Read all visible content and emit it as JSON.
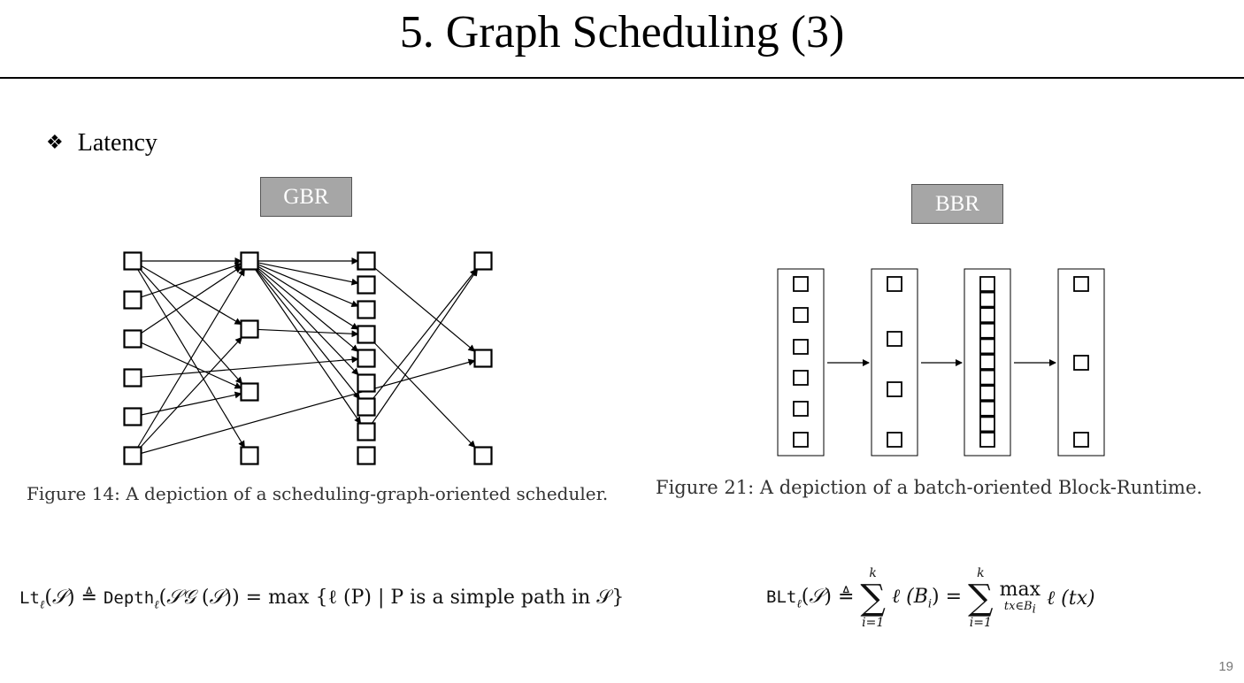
{
  "slide": {
    "title": "5. Graph Scheduling (3)",
    "bullet": "Latency",
    "page_number": "19"
  },
  "gbr": {
    "label": "GBR",
    "caption": "Figure 14: A depiction of a scheduling-graph-oriented scheduler."
  },
  "bbr": {
    "label": "BBR",
    "caption": "Figure 21: A depiction of a batch-oriented Block-Runtime."
  },
  "formulas": {
    "left": {
      "lhs_fn": "Lt",
      "depth_fn": "Depth",
      "text": "max {ℓ (P) | P is a simple path in 𝒮}"
    },
    "right": {
      "lhs_fn": "BLt",
      "upper": "k",
      "lower": "i=1",
      "max_sub": "tx∈B",
      "term1": "ℓ (B",
      "term2": "ℓ (tx)"
    }
  }
}
